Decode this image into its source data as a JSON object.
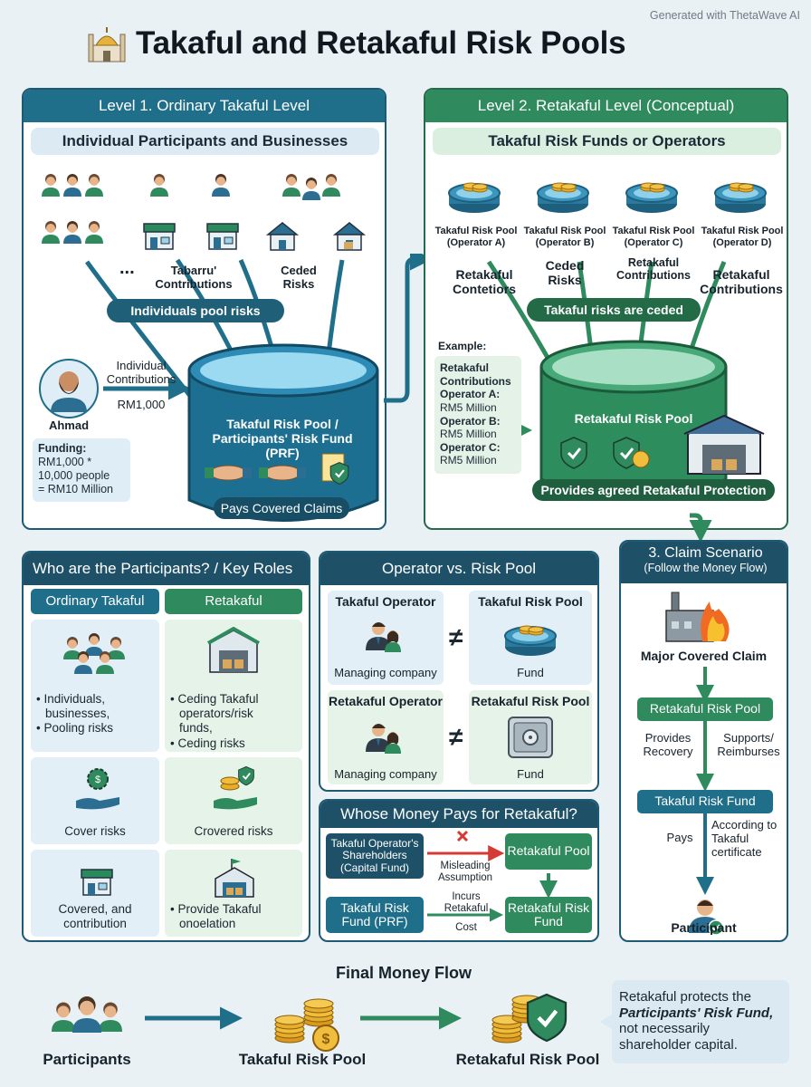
{
  "watermark": "Generated with ThetaWave AI",
  "title": "Takaful and Retakaful Risk Pools",
  "level1": {
    "header": "Level 1. Ordinary Takaful Level",
    "subheader": "Individual Participants and Businesses",
    "ellipsis": "...",
    "label_tabarru": "Tabarru' Contributions",
    "label_ceded": "Ceded Risks",
    "pill_pool": "Individuals pool risks",
    "individual_contrib": "Individual Contributions",
    "amount": "RM1,000",
    "person_name": "Ahmad",
    "funding": [
      "Funding:",
      "RM1,000 *",
      "10,000 people",
      "= RM10 Million"
    ],
    "pool_title": "Takaful Risk Pool / Participants' Risk Fund (PRF)",
    "pays_claims": "Pays Covered Claims"
  },
  "level2": {
    "header": "Level 2. Retakaful Level (Conceptual)",
    "subheader": "Takaful Risk Funds or Operators",
    "pools": [
      {
        "line1": "Takaful Risk Pool",
        "line2": "(Operator A)"
      },
      {
        "line1": "Takaful Risk Pool",
        "line2": "(Operator B)"
      },
      {
        "line1": "Takaful Risk Pool",
        "line2": "(Operator C)"
      },
      {
        "line1": "Takaful Risk Pool",
        "line2": "(Operator D)"
      }
    ],
    "label_contetiors": "Retakaful Contetiors",
    "label_ceded": "Ceded Risks",
    "label_contrib_mid": "Retakaful Contributions",
    "label_contrib_right": "Retakaful Contributions",
    "pill_ceded": "Takaful risks are ceded",
    "example_title": "Example:",
    "example_lines": [
      "Retakaful",
      "Contributions",
      "Operator A:",
      "RM5 Million",
      "Operator B:",
      "RM5 Million",
      "Operator C:",
      "RM5 Million"
    ],
    "pool_title": "Retakaful Risk Pool",
    "protection": "Provides agreed Retakaful Protection"
  },
  "roles": {
    "header": "Who are the Participants? / Key Roles",
    "col_left": "Ordinary Takaful",
    "col_right": "Retakaful",
    "left_items": [
      [
        "• Individuals,",
        "  businesses,",
        "• Pooling risks"
      ],
      [
        "Cover risks"
      ],
      [
        "Covered, and",
        "contribution"
      ]
    ],
    "right_items": [
      [
        "• Ceding Takaful",
        "  operators/risk",
        "  funds,",
        "• Ceding risks"
      ],
      [
        "Crovered risks"
      ],
      [
        "• Provide Takaful",
        "  onoelation"
      ]
    ]
  },
  "operator_vs_pool": {
    "header": "Operator vs. Risk Pool",
    "takaful_operator": "Takaful Operator",
    "takaful_pool": "Takaful Risk Pool",
    "retakaful_operator": "Retakaful Operator",
    "retakaful_pool": "Retakaful Risk Pool",
    "managing_company": "Managing company",
    "fund": "Fund",
    "not_equal": "≠"
  },
  "whose_money": {
    "header": "Whose Money Pays for Retakaful?",
    "shareholders": "Takaful Operator's Shareholders (Capital Fund)",
    "misleading": "Misleading Assumption",
    "retakaful_pool": "Retakaful Pool",
    "prf": "Takaful Risk Fund (PRF)",
    "incurs_top": "Incurs Retakaful",
    "incurs_bottom": "Cost",
    "retakaful_risk_fund": "Retakaful Risk Fund"
  },
  "claim": {
    "header": "3. Claim Scenario",
    "subheader": "(Follow the Money Flow)",
    "major_claim": "Major Covered Claim",
    "retakaful_pool": "Retakaful Risk Pool",
    "provides": "Provides Recovery",
    "supports": "Supports/ Reimburses",
    "takaful_fund": "Takaful Risk Fund",
    "pays": "Pays",
    "according": "According to Takaful certificate",
    "participant": "Participant"
  },
  "final_flow": {
    "title": "Final Money Flow",
    "steps": [
      "Participants",
      "Takaful Risk Pool",
      "Retakaful Risk Pool"
    ],
    "note_line1": "Retakaful protects the",
    "note_line2": "Participants' Risk Fund,",
    "note_line3": "not necessarily",
    "note_line4": "shareholder capital."
  },
  "colors": {
    "blue": "#1f6f8b",
    "green": "#2f8a5d",
    "navy": "#1e5168",
    "light_blue": "#e3eff6",
    "light_green": "#e5f3e8"
  }
}
